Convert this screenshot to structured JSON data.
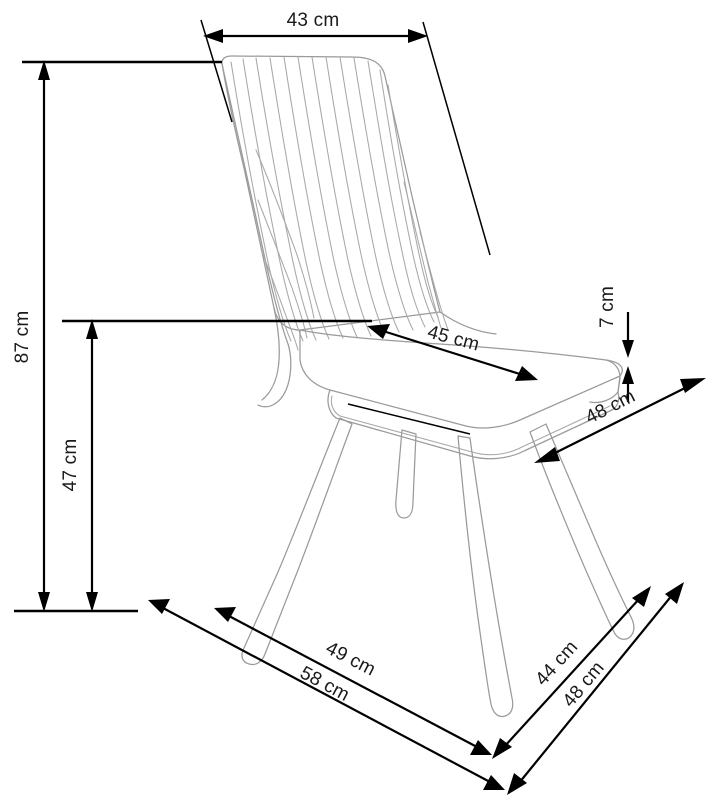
{
  "document": {
    "type": "dimensioned-technical-drawing",
    "subject": "upholstered dining chair with channel-tufted backrest and four splayed tapered legs",
    "view": "three-quarter perspective",
    "unit": "cm",
    "background_color": "#ffffff",
    "furniture_line_color": "#9a9a9a",
    "dimension_line_color": "#000000",
    "label_color": "#1a1a1a"
  },
  "dimensions": {
    "total_height": {
      "label": "87 cm",
      "value": 87,
      "unit": "cm",
      "measures": "overall chair height from floor to top of backrest",
      "orientation": "vertical",
      "position": "far left"
    },
    "seat_height": {
      "label": "47 cm",
      "value": 47,
      "unit": "cm",
      "measures": "floor to top of seat cushion",
      "orientation": "vertical",
      "position": "left, inner"
    },
    "backrest_width": {
      "label": "43 cm",
      "value": 43,
      "unit": "cm",
      "measures": "backrest width at top",
      "orientation": "horizontal",
      "position": "top"
    },
    "seat_width": {
      "label": "45 cm",
      "value": 45,
      "unit": "cm",
      "measures": "seat cushion width",
      "orientation": "diagonal",
      "position": "seat, front-left to front-right"
    },
    "cushion_thickness": {
      "label": "7 cm",
      "value": 7,
      "unit": "cm",
      "measures": "seat cushion thickness",
      "orientation": "vertical",
      "position": "right edge of seat"
    },
    "seat_depth": {
      "label": "48 cm",
      "value": 48,
      "unit": "cm",
      "measures": "seat depth",
      "orientation": "diagonal",
      "position": "right of seat"
    },
    "leg_span_front_inner": {
      "label": "49 cm",
      "value": 49,
      "unit": "cm",
      "measures": "inner span between front legs",
      "orientation": "diagonal",
      "position": "bottom left, inner"
    },
    "footprint_front_outer": {
      "label": "58 cm",
      "value": 58,
      "unit": "cm",
      "measures": "overall width across leg feet",
      "orientation": "diagonal",
      "position": "bottom left, outer"
    },
    "leg_span_side_inner": {
      "label": "44 cm",
      "value": 44,
      "unit": "cm",
      "measures": "inner span between side legs",
      "orientation": "diagonal",
      "position": "bottom right, inner"
    },
    "footprint_side_outer": {
      "label": "48 cm",
      "value": 48,
      "unit": "cm",
      "measures": "overall depth across leg feet",
      "orientation": "diagonal",
      "position": "bottom right, outer"
    }
  },
  "labels": {
    "total_height": "87 cm",
    "seat_height": "47 cm",
    "backrest_width": "43 cm",
    "seat_width": "45 cm",
    "cushion_thickness": "7 cm",
    "seat_depth": "48 cm",
    "leg_span_front_inner": "49 cm",
    "footprint_front_outer": "58 cm",
    "leg_span_side_inner": "44 cm",
    "footprint_side_outer": "48 cm"
  }
}
